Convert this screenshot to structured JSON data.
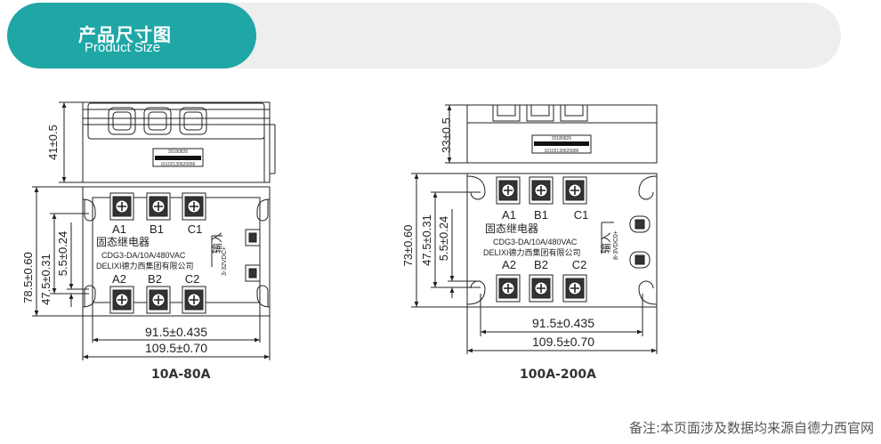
{
  "header": {
    "title_cn": "产品尺寸图",
    "title_en": "Product Size"
  },
  "colors": {
    "accent": "#1fa7a6",
    "header_bg": "#eeeeee",
    "line": "#222222"
  },
  "left": {
    "caption": "10A-80A",
    "height_top": "41±0.5",
    "h_total": "78.5±0.60",
    "h_mount": "47.5±0.31",
    "h_small": "5.5±0.24",
    "w_mount": "91.5±0.435",
    "w_total": "109.5±0.70",
    "terminals_top": [
      "A1",
      "B1",
      "C1"
    ],
    "terminals_bottom": [
      "A2",
      "B2",
      "C2"
    ],
    "name": "固态继电器",
    "model": "CDG3-DA/10A/480VAC",
    "maker": "DELIXI德力西集团有限公司",
    "input_label": "输入",
    "input_voltage": "3-32VDC+",
    "barcode_top": "20180826",
    "barcode_bottom": "16102130620686"
  },
  "right": {
    "caption": "100A-200A",
    "height_top": "33±0.5",
    "h_total": "73±0.60",
    "h_mount": "47.5±0.31",
    "h_small": "5.5±0.24",
    "w_mount": "91.5±0.435",
    "w_total": "109.5±0.70",
    "terminals_top": [
      "A1",
      "B1",
      "C1"
    ],
    "terminals_bottom": [
      "A2",
      "B2",
      "C2"
    ],
    "name": "固态继电器",
    "model": "CDG3-DA/10A/480VAC",
    "maker": "DELIXI德力西集团有限公司",
    "input_label": "输入",
    "input_voltage": "8-3VDC0+",
    "barcode_top": "20180826",
    "barcode_bottom": "16102130620686"
  },
  "footer_note": "备注:本页面涉及数据均来源自德力西官网"
}
